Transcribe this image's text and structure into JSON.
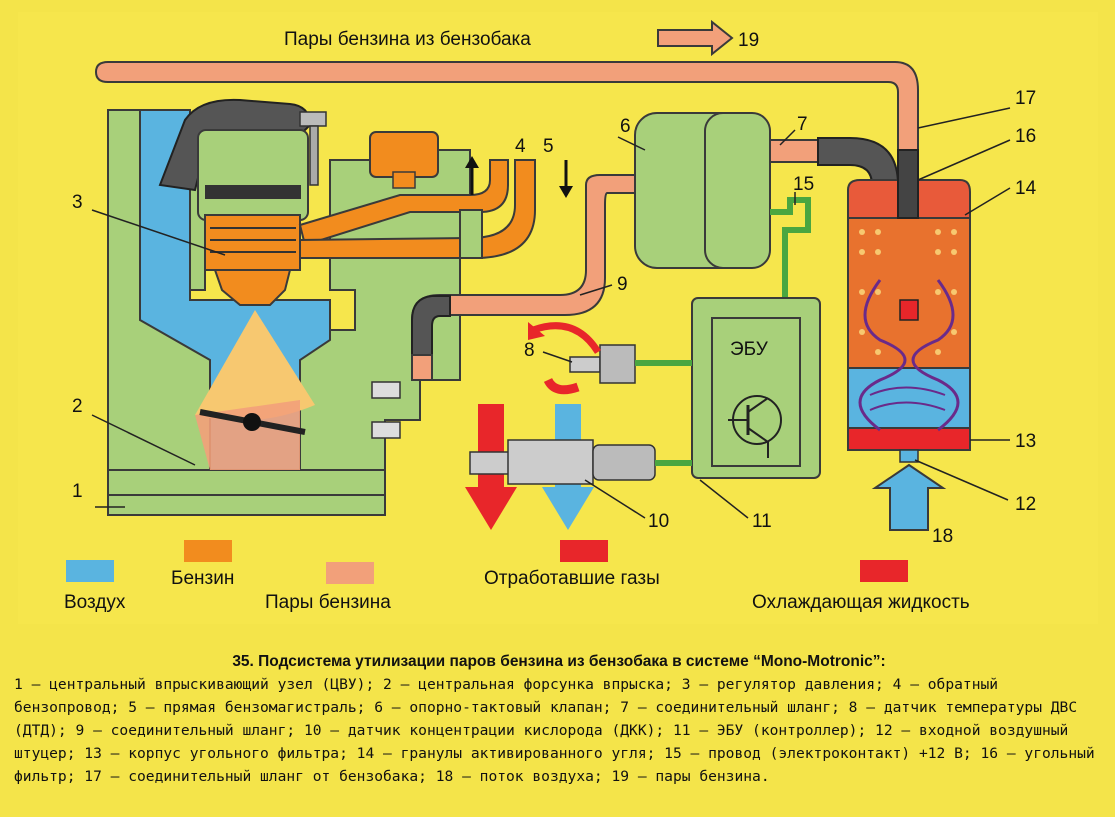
{
  "title_top": "Пары бензина из бензобака",
  "arrow_top_number": "19",
  "ecu_label": "ЭБУ",
  "numbers": {
    "n1": "1",
    "n2": "2",
    "n3": "3",
    "n4": "4",
    "n5": "5",
    "n6": "6",
    "n7": "7",
    "n8": "8",
    "n9": "9",
    "n10": "10",
    "n11": "11",
    "n12": "12",
    "n13": "13",
    "n14": "14",
    "n15": "15",
    "n16": "16",
    "n17": "17",
    "n18": "18"
  },
  "legend": {
    "air": "Воздух",
    "fuel": "Бензин",
    "vapors": "Пары бензина",
    "exhaust": "Отработавшие газы",
    "coolant": "Охлаждающая жидкость"
  },
  "colors": {
    "air": "#5ab4e0",
    "fuel": "#f28c1e",
    "vapors": "#f2a07a",
    "exhaust": "#e8262a",
    "coolant": "#e8262a",
    "body_green": "#a8d07a",
    "background": "#f4e44a"
  },
  "caption": {
    "title": "35. Подсистема утилизации паров бензина из бензобака в системе “Mono-Motronic”:",
    "text": "1 — центральный впрыскивающий узел (ЦВУ); 2 — центральная форсунка впрыска; 3 — регулятор давления; 4 — обратный бензопровод; 5 — прямая бензомагистраль; 6 — опорно-тактовый клапан; 7 — соединительный шланг; 8 — датчик температуры ДВС (ДТД); 9 — соединительный шланг; 10 — датчик концентрации кислорода (ДКК); 11 — ЭБУ (контроллер); 12 — входной воздушный штуцер; 13 — корпус угольного фильтра; 14 — гранулы активированного угля; 15 — провод (электроконтакт) +12 В; 16 — угольный фильтр; 17 — соединительный шланг от бензобака; 18 — поток воздуха; 19 — пары бензина."
  }
}
